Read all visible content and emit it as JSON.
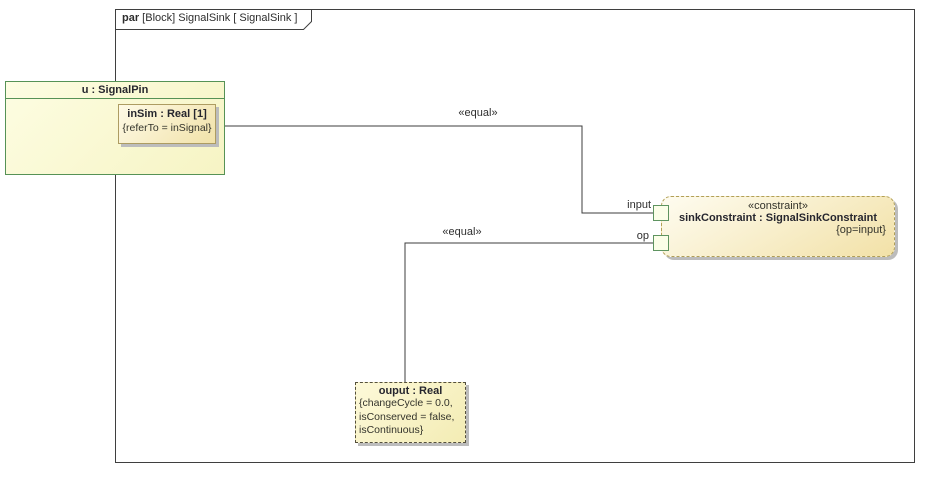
{
  "frame": {
    "keyword": "par",
    "title_rest": " [Block] SignalSink [ SignalSink ]"
  },
  "part_u": {
    "title": "u : SignalPin",
    "inSim": {
      "title": "inSim : Real [1]",
      "note": "{referTo = inSignal}"
    }
  },
  "constraint_block": {
    "stereotype": "«constraint»",
    "title": "sinkConstraint : SignalSinkConstraint",
    "property": "{op=input}",
    "ports": [
      {
        "label": "input"
      },
      {
        "label": "op"
      }
    ]
  },
  "output_value": {
    "title": "ouput : Real",
    "lines": [
      "{changeCycle = 0.0,",
      "isConserved = false,",
      "isContinuous}"
    ]
  },
  "connectors": [
    {
      "label": "«equal»"
    },
    {
      "label": "«equal»"
    }
  ],
  "colors": {
    "part_border": "#569256",
    "part_fill": "#fbfbd8",
    "value_fill": "#f1e2a9",
    "value_border": "#ad9c62",
    "constraint_border": "#b19f57",
    "port_fill": "#fbfee8",
    "port_border": "#5e9460",
    "connector_line": "#3c3c3c",
    "frame_border": "#3f3f3f",
    "shadow": "#bcbcbc"
  }
}
